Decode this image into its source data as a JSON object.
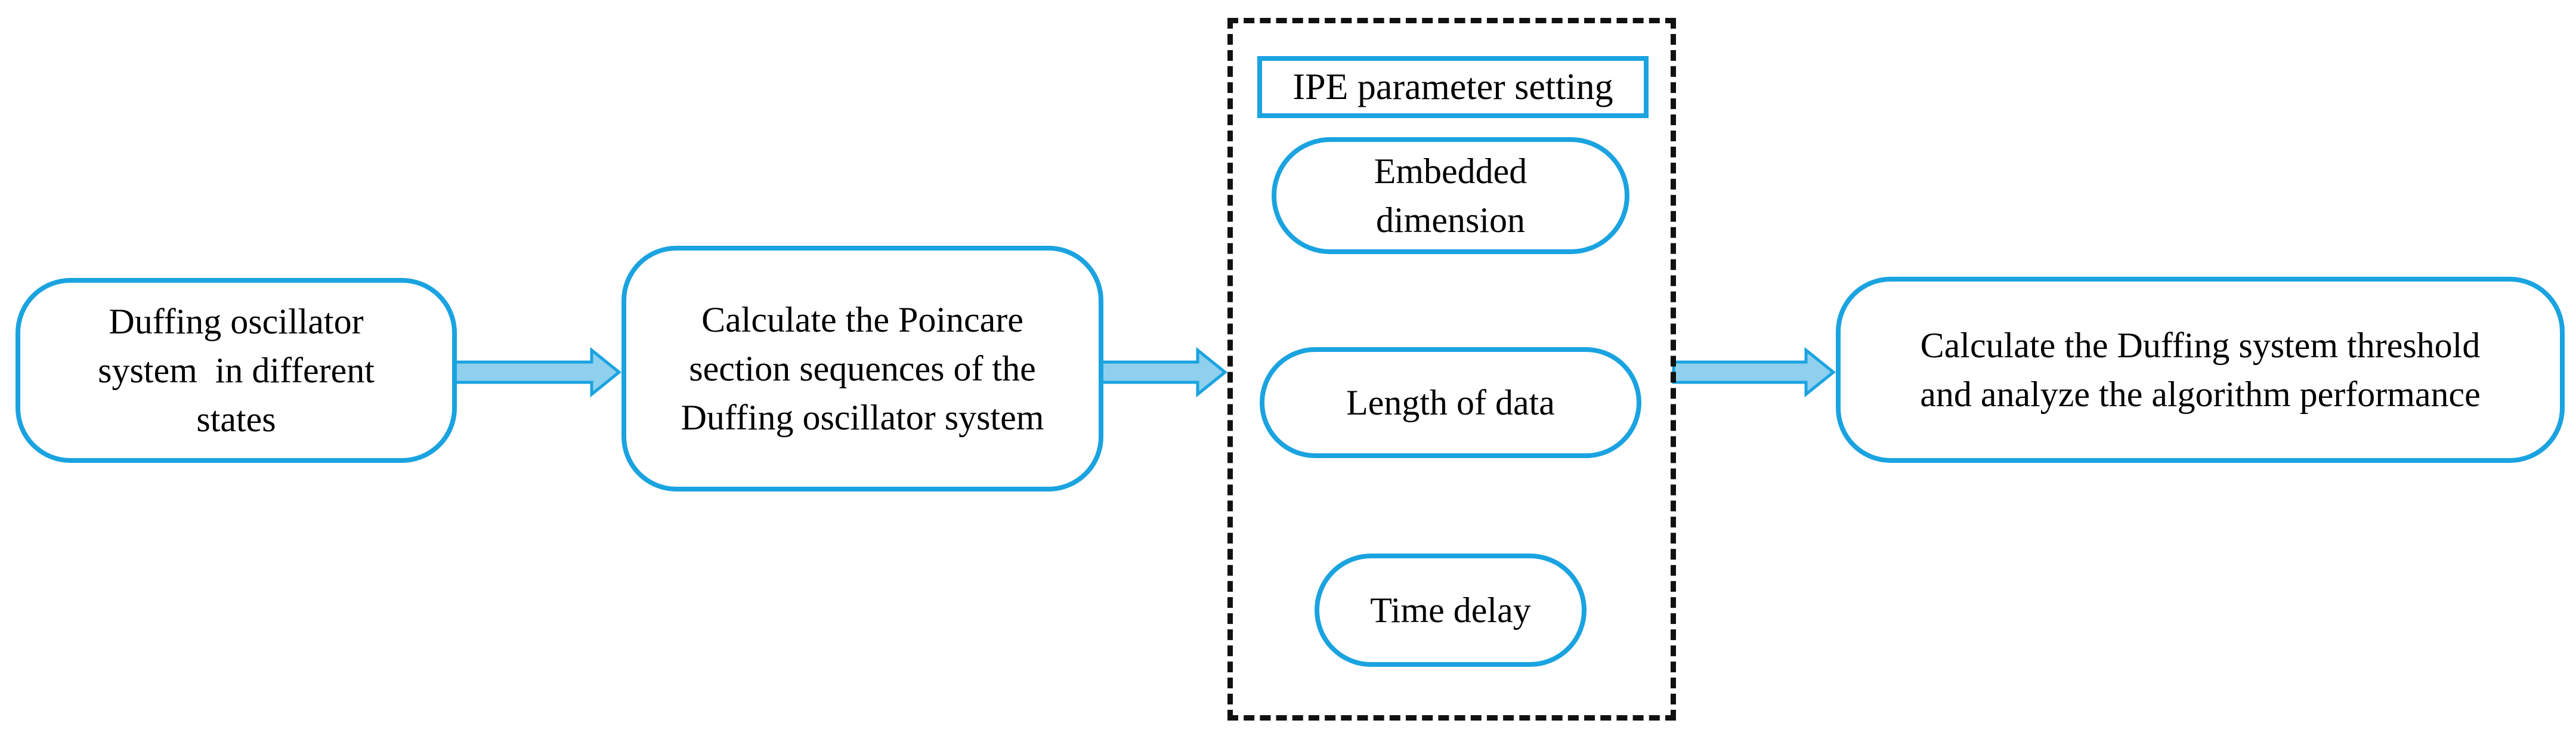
{
  "colors": {
    "box_border": "#1aa3e0",
    "arrow_fill": "#8fd0ee",
    "arrow_stroke": "#1aa3e0",
    "frame_border": "#111111"
  },
  "steps": {
    "step1": {
      "lines": [
        "Duffing oscillator",
        "system  in different",
        "states"
      ]
    },
    "step2": {
      "lines": [
        "Calculate the Poincare",
        "section sequences of the",
        "Duffing oscillator system"
      ]
    },
    "step4": {
      "lines": [
        "Calculate the Duffing system threshold",
        "and analyze the algorithm performance"
      ]
    }
  },
  "parameters": {
    "title": "IPE parameter setting",
    "items": [
      {
        "lines": [
          "Embedded",
          "dimension"
        ]
      },
      {
        "lines": [
          "Length of data"
        ]
      },
      {
        "lines": [
          "Time delay"
        ]
      }
    ]
  },
  "arrows": [
    {
      "from": "step1",
      "to": "step2"
    },
    {
      "from": "step2",
      "to": "parameter-frame"
    },
    {
      "from": "parameter-frame",
      "to": "step4"
    }
  ]
}
